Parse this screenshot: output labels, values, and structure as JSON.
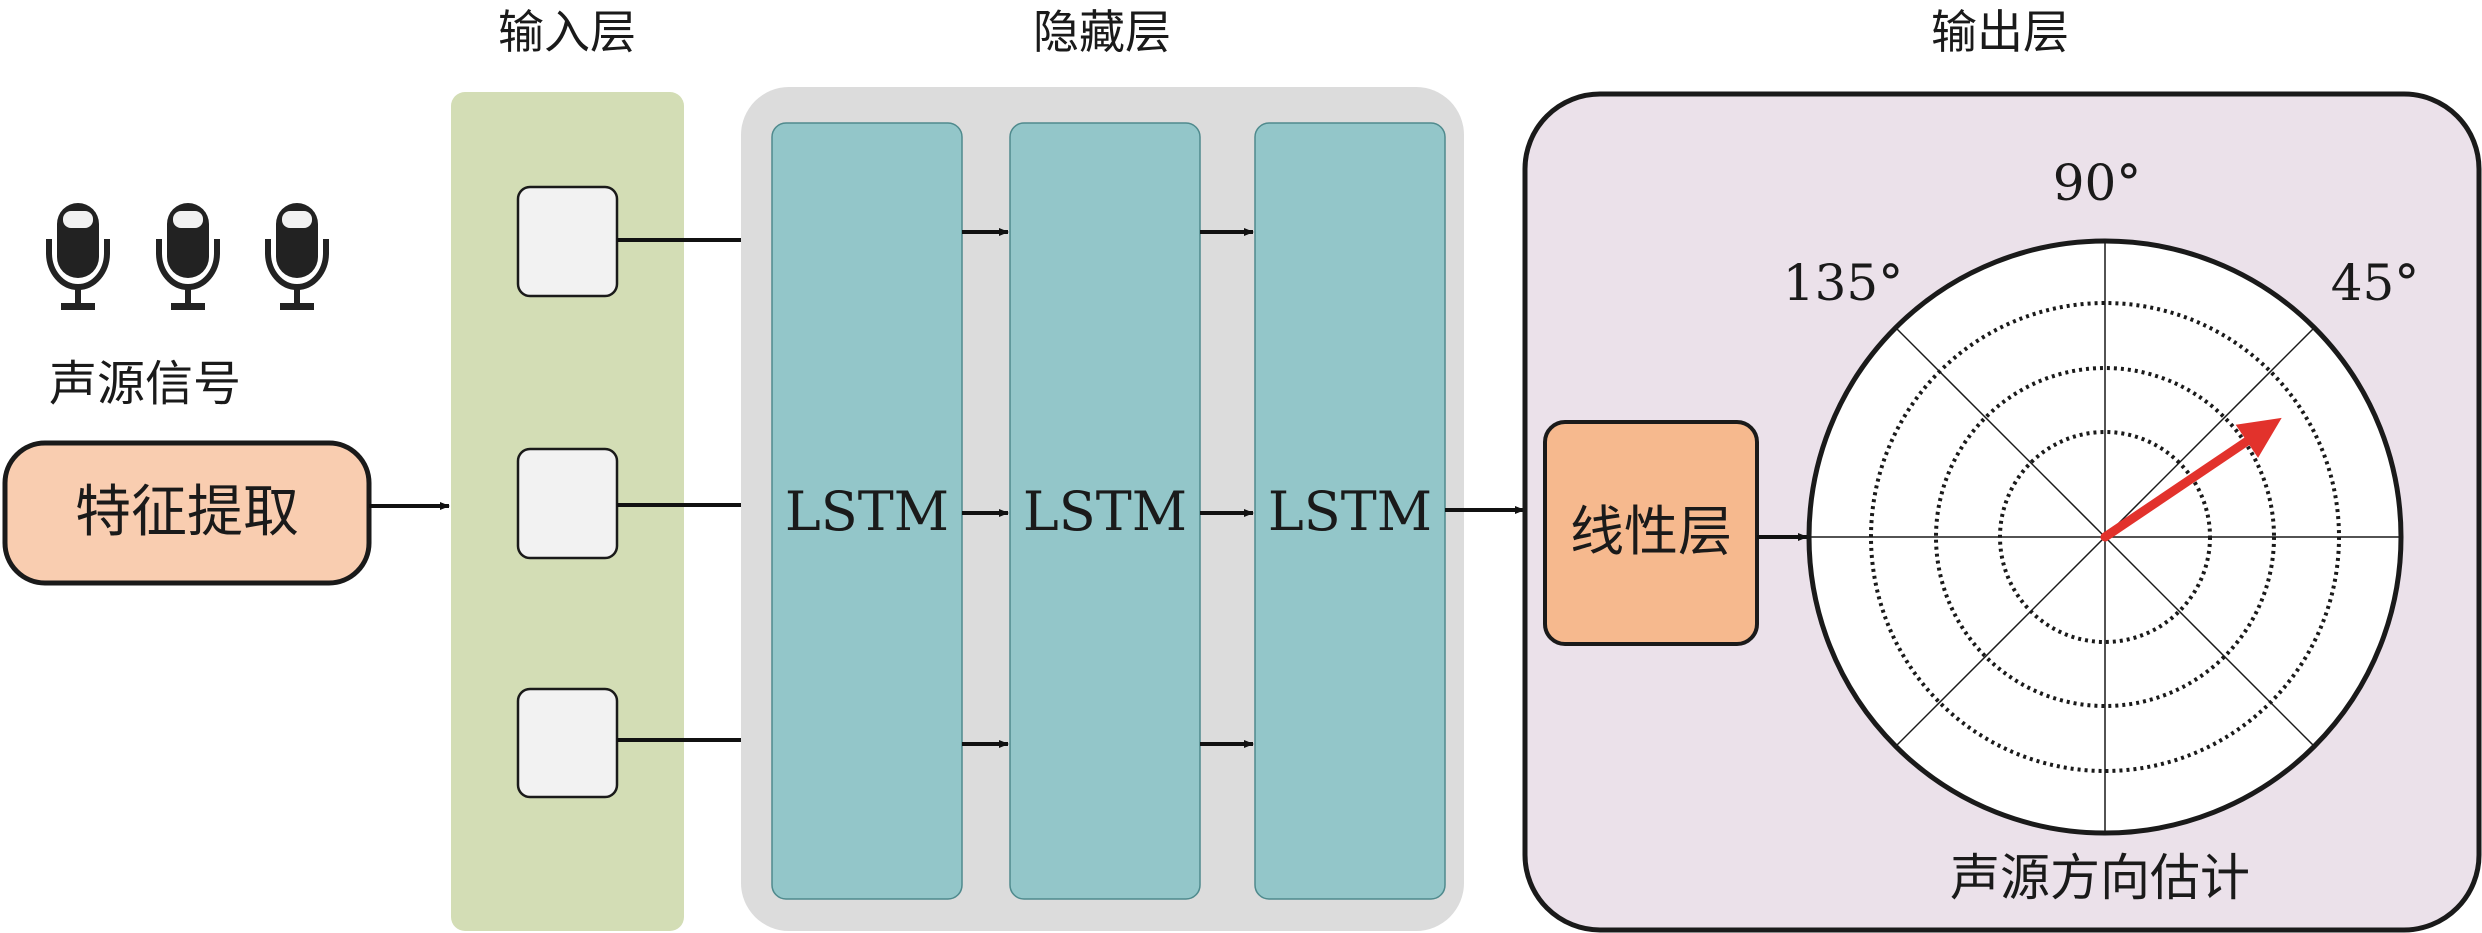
{
  "sections": {
    "input": "输入层",
    "hidden": "隐藏层",
    "output": "输出层"
  },
  "left": {
    "signal_label": "声源信号",
    "feature_label": "特征提取",
    "mic_icon": "microphone-icon"
  },
  "hidden": {
    "cells": [
      "LSTM",
      "LSTM",
      "LSTM"
    ]
  },
  "output": {
    "linear_label": "线性层",
    "estimate_label": "声源方向估计",
    "angles": {
      "a90": "90°",
      "a135": "135°",
      "a45": "45°"
    },
    "arrow_angle_deg": 34,
    "arrow_magnitude": 0.72
  },
  "colors": {
    "input_bg": "#d3ddb5",
    "hidden_bg": "#dcdcdc",
    "lstm": "#93c6c9",
    "output_bg": "#ebe1ea",
    "feature": "#f9cdb0",
    "linear": "#f6b98e",
    "arrow": "#e2322c"
  }
}
